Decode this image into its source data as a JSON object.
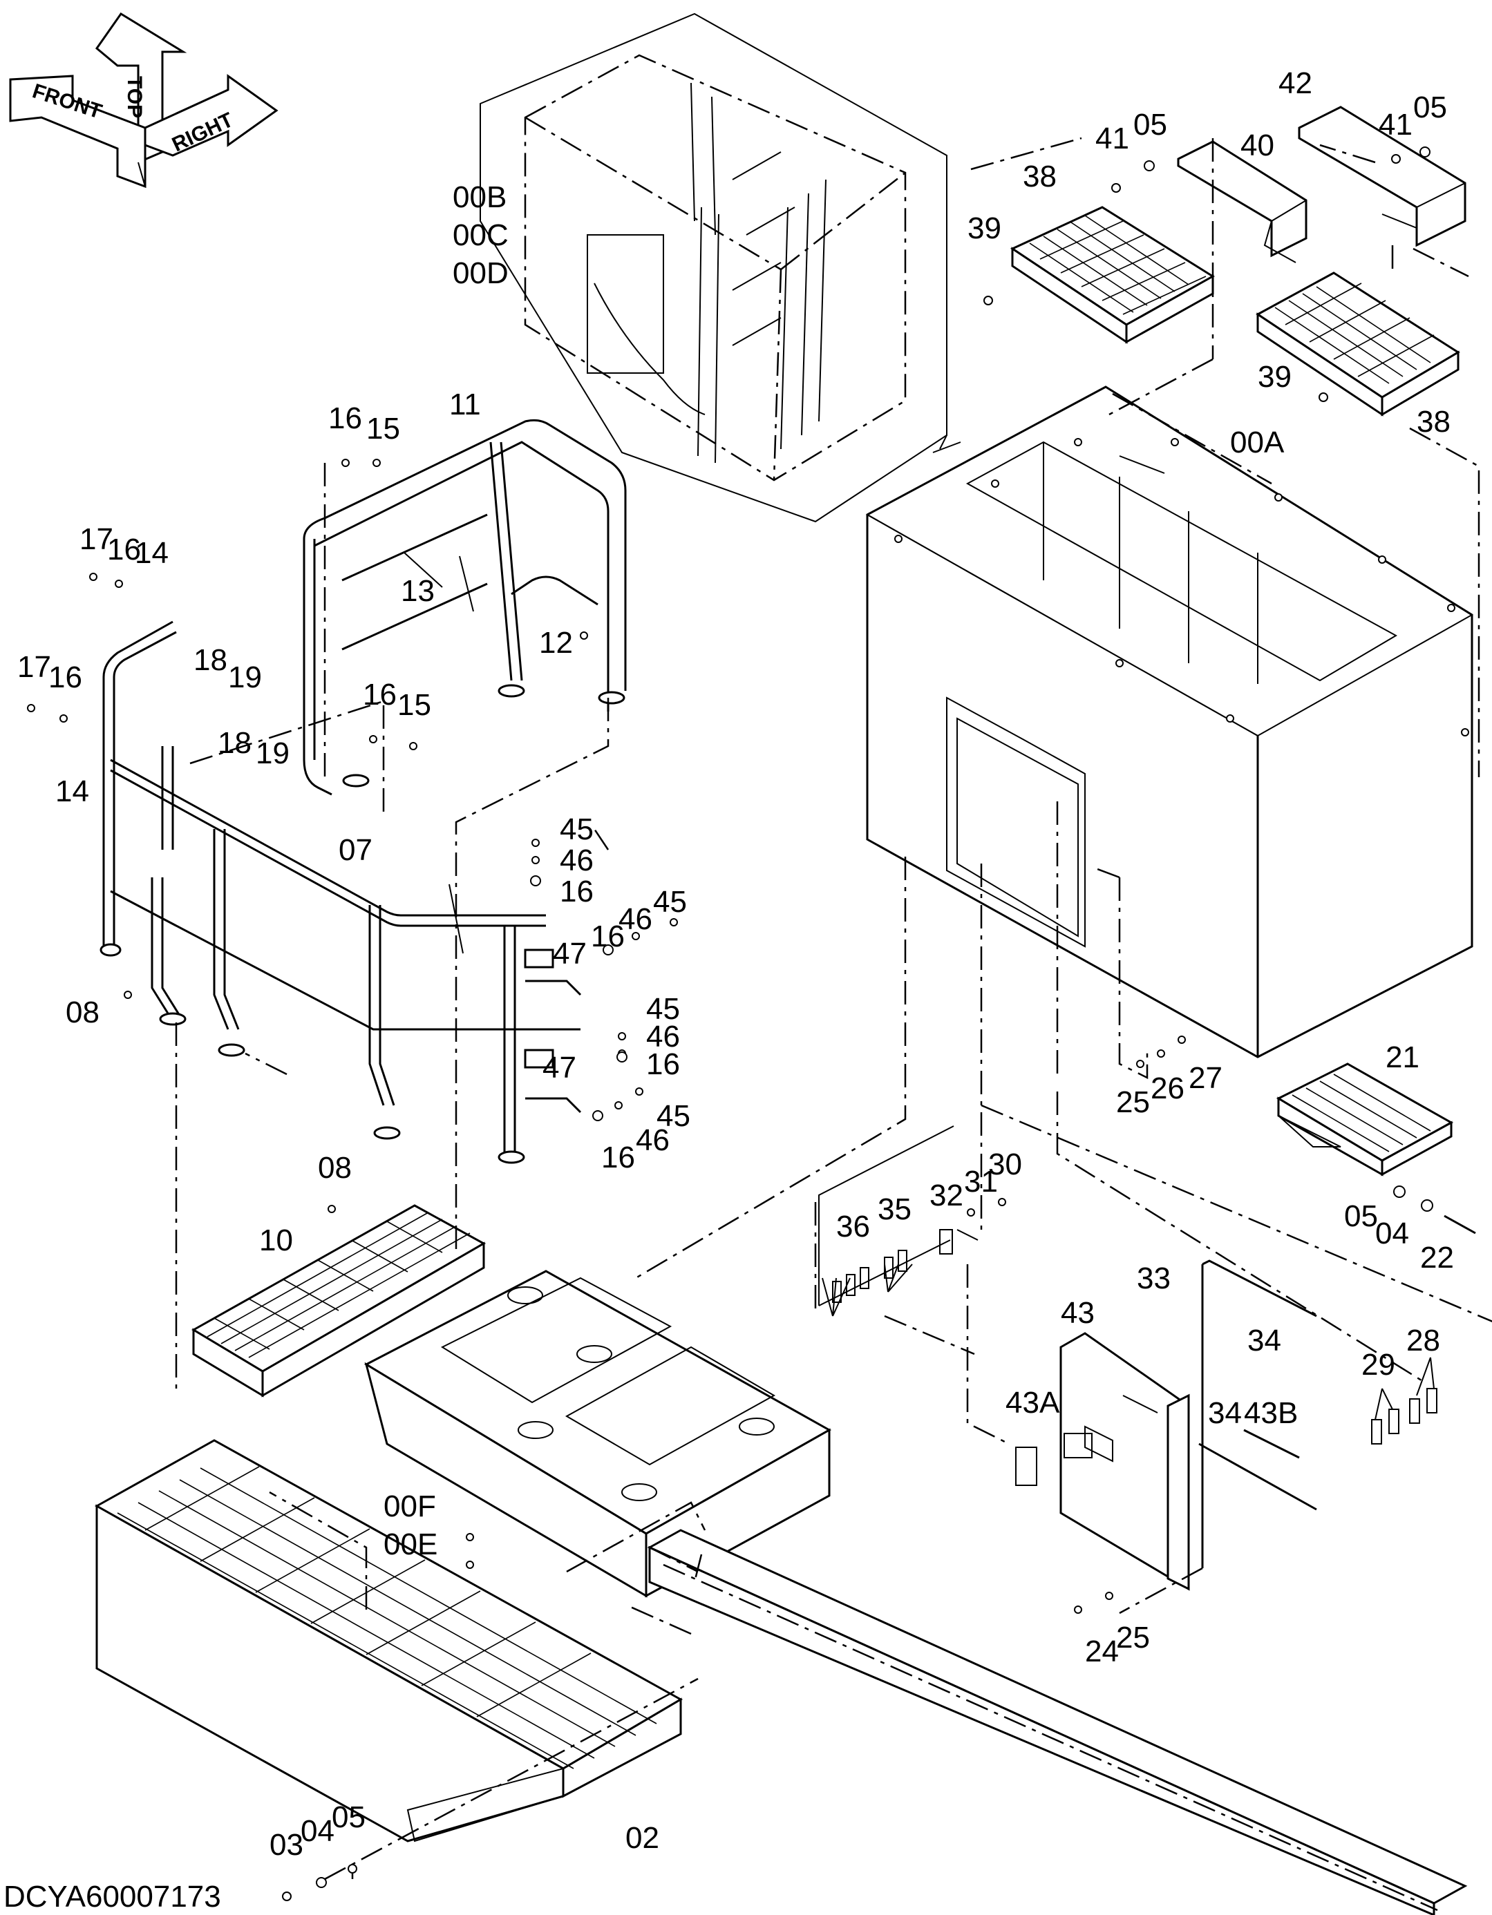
{
  "drawing": {
    "code": "DCYA60007173",
    "orientation": {
      "top": "TOP",
      "front": "FRONT",
      "right": "RIGHT"
    }
  },
  "callouts": [
    {
      "id": "c-00B",
      "text": "00B"
    },
    {
      "id": "c-00C",
      "text": "00C"
    },
    {
      "id": "c-00D",
      "text": "00D"
    },
    {
      "id": "c-00A",
      "text": "00A"
    },
    {
      "id": "c-00F",
      "text": "00F"
    },
    {
      "id": "c-00E",
      "text": "00E"
    },
    {
      "id": "c-42",
      "text": "42"
    },
    {
      "id": "c-41a",
      "text": "41"
    },
    {
      "id": "c-05a",
      "text": "05"
    },
    {
      "id": "c-40",
      "text": "40"
    },
    {
      "id": "c-41b",
      "text": "41"
    },
    {
      "id": "c-05b",
      "text": "05"
    },
    {
      "id": "c-38a",
      "text": "38"
    },
    {
      "id": "c-39a",
      "text": "39"
    },
    {
      "id": "c-39b",
      "text": "39"
    },
    {
      "id": "c-38b",
      "text": "38"
    },
    {
      "id": "c-16a",
      "text": "16"
    },
    {
      "id": "c-15a",
      "text": "15"
    },
    {
      "id": "c-11",
      "text": "11"
    },
    {
      "id": "c-17a",
      "text": "17"
    },
    {
      "id": "c-16b",
      "text": "16"
    },
    {
      "id": "c-14a",
      "text": "14"
    },
    {
      "id": "c-13",
      "text": "13"
    },
    {
      "id": "c-12",
      "text": "12"
    },
    {
      "id": "c-17b",
      "text": "17"
    },
    {
      "id": "c-16c",
      "text": "16"
    },
    {
      "id": "c-18a",
      "text": "18"
    },
    {
      "id": "c-19a",
      "text": "19"
    },
    {
      "id": "c-16d",
      "text": "16"
    },
    {
      "id": "c-15b",
      "text": "15"
    },
    {
      "id": "c-14b",
      "text": "14"
    },
    {
      "id": "c-18b",
      "text": "18"
    },
    {
      "id": "c-19b",
      "text": "19"
    },
    {
      "id": "c-07",
      "text": "07"
    },
    {
      "id": "c-45a",
      "text": "45"
    },
    {
      "id": "c-46a",
      "text": "46"
    },
    {
      "id": "c-16e",
      "text": "16"
    },
    {
      "id": "c-45b",
      "text": "45"
    },
    {
      "id": "c-46b",
      "text": "46"
    },
    {
      "id": "c-16f",
      "text": "16"
    },
    {
      "id": "c-47a",
      "text": "47"
    },
    {
      "id": "c-08a",
      "text": "08"
    },
    {
      "id": "c-45c",
      "text": "45"
    },
    {
      "id": "c-46c",
      "text": "46"
    },
    {
      "id": "c-16g",
      "text": "16"
    },
    {
      "id": "c-47b",
      "text": "47"
    },
    {
      "id": "c-45d",
      "text": "45"
    },
    {
      "id": "c-46d",
      "text": "46"
    },
    {
      "id": "c-16h",
      "text": "16"
    },
    {
      "id": "c-25a",
      "text": "25"
    },
    {
      "id": "c-26",
      "text": "26"
    },
    {
      "id": "c-27",
      "text": "27"
    },
    {
      "id": "c-21",
      "text": "21"
    },
    {
      "id": "c-08b",
      "text": "08"
    },
    {
      "id": "c-10",
      "text": "10"
    },
    {
      "id": "c-36",
      "text": "36"
    },
    {
      "id": "c-35",
      "text": "35"
    },
    {
      "id": "c-32",
      "text": "32"
    },
    {
      "id": "c-31",
      "text": "31"
    },
    {
      "id": "c-30",
      "text": "30"
    },
    {
      "id": "c-05c",
      "text": "05"
    },
    {
      "id": "c-04a",
      "text": "04"
    },
    {
      "id": "c-22",
      "text": "22"
    },
    {
      "id": "c-33",
      "text": "33"
    },
    {
      "id": "c-43",
      "text": "43"
    },
    {
      "id": "c-34a",
      "text": "34"
    },
    {
      "id": "c-29",
      "text": "29"
    },
    {
      "id": "c-28",
      "text": "28"
    },
    {
      "id": "c-43A",
      "text": "43A"
    },
    {
      "id": "c-34b",
      "text": "34"
    },
    {
      "id": "c-43B",
      "text": "43B"
    },
    {
      "id": "c-24",
      "text": "24"
    },
    {
      "id": "c-25b",
      "text": "25"
    },
    {
      "id": "c-02",
      "text": "02"
    },
    {
      "id": "c-03",
      "text": "03"
    },
    {
      "id": "c-04b",
      "text": "04"
    },
    {
      "id": "c-05d",
      "text": "05"
    }
  ]
}
